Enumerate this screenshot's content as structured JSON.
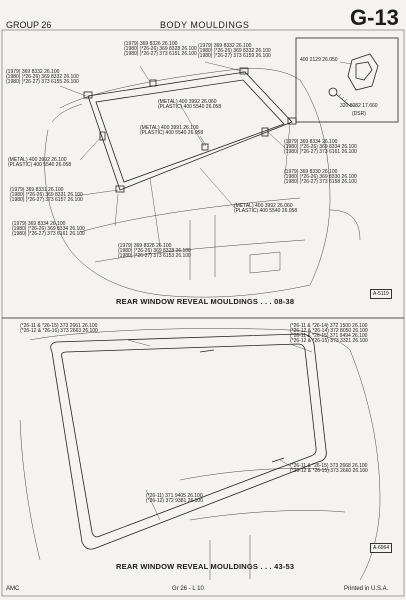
{
  "header": {
    "group": "GROUP 26",
    "title": "BODY MOULDINGS",
    "page_code": "G-13"
  },
  "top_figure": {
    "caption": "REAR WINDOW REVEAL MOULDINGS . . . 08-38",
    "ref": "A-5119",
    "inset": {
      "part": "400 2129  26.050",
      "screw": "320 8082  17.660",
      "note": "(DSR)"
    },
    "labels": [
      {
        "id": "l1",
        "lines": [
          "(1979) 369 8326  26.100",
          "(1980) )*26-26) 369 8328  26.100",
          "(1980) )*26-27) 373 6151  26.100"
        ]
      },
      {
        "id": "l2",
        "lines": [
          "(1979) 369 8332  26.100",
          "(1980) )*26-26) 369 8332  26.100",
          "(1980) )*26-27) 373 6159  26.100"
        ]
      },
      {
        "id": "l3",
        "lines": [
          "(1979) 369 8332  26.100",
          "(1980) )*26-26) 369 8332  26.100",
          "(1980) )*26-27) 373 6155  26.100"
        ]
      },
      {
        "id": "l4",
        "lines": [
          "(METAL) 400 3992  26.060",
          "(PLASTIC) 400 5540  26.058"
        ]
      },
      {
        "id": "l5",
        "lines": [
          "(METAL) 400 3991  26.100",
          "(PLASTIC) 400 5540  26.058"
        ]
      },
      {
        "id": "l6",
        "lines": [
          "(1979) 369 8334  26.100",
          "(1980) )*26-26) 369 8334  26.100",
          "(1980) )*26-27) 373 6161  26.100"
        ]
      },
      {
        "id": "l7",
        "lines": [
          "(METAL) 400 3992  26.100",
          "(PLASTIC) 400 5540  26.058"
        ]
      },
      {
        "id": "l8",
        "lines": [
          "(1979) 369 8330  26.100",
          "(1980) )*26-26) 369 8330  26.100",
          "(1980) )*26-27) 373 6158  26.100"
        ]
      },
      {
        "id": "l9",
        "lines": [
          "(1979) 369 8331  26.100",
          "(1980) )*26-26) 369 8331  26.100",
          "(1980) )*26-27) 373 6157  26.100"
        ]
      },
      {
        "id": "l10",
        "lines": [
          "(METAL) 400 3992  26.060",
          "(PLASTIC) 400 5540  26.058"
        ]
      },
      {
        "id": "l11",
        "lines": [
          "(1979) 369 8334  26.100",
          "(1980) )*26-26) 369 8334  26.100",
          "(1980) )*26-27) 373 6161  26.100"
        ]
      },
      {
        "id": "l12",
        "lines": [
          "(1979) 369 8328  26.100",
          "(1980) )*26-26) 369 8328  26.100",
          "(1980) )*26-27) 373 6153  26.100"
        ]
      }
    ]
  },
  "bottom_figure": {
    "caption": "REAR WINDOW REVEAL MOULDINGS . . . 43-53",
    "ref": "A-6964",
    "labels": [
      {
        "id": "b1",
        "lines": [
          "(*26-11 & *26-15) 373 2661  26.100",
          "(*26-12 & *26-16) 373 2663  26.100"
        ]
      },
      {
        "id": "b2",
        "lines": [
          "(*26-11 & *26-14) 372 1500  26.100",
          "(*26-12 & *26-14) 372 8050  26.100",
          "(*26-11 & *26-15) 371 9494  26.100",
          "(*26-12 & *26-15) 373 3321  26.100"
        ]
      },
      {
        "id": "b3",
        "lines": [
          "(*26-11 & *26-15) 373 2668  26.100",
          "(*26-12 & *26-15) 373 2660  26.100"
        ]
      },
      {
        "id": "b4",
        "lines": [
          "(*26-11) 371 9405  26.100",
          "(*26-12) 372 9381  26.100"
        ]
      }
    ]
  },
  "footer": {
    "left": "AMC",
    "center": "Gr 26 - L 10",
    "right": "Printed in U.S.A."
  }
}
